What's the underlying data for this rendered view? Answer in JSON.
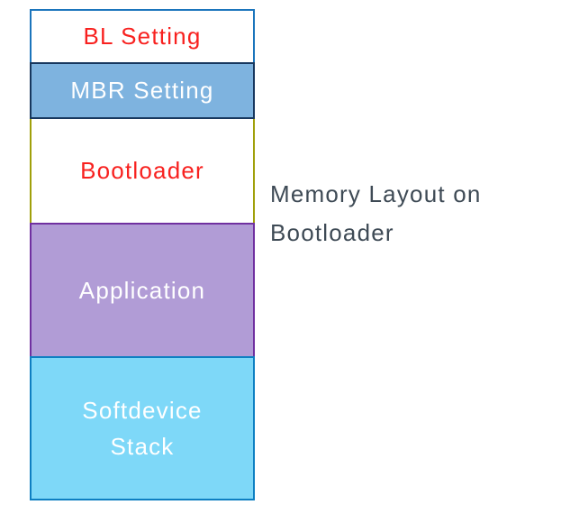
{
  "diagram": {
    "caption": {
      "full_text": "Memory Layout on Bootloader",
      "line1": "Memory Layout on",
      "line2": "Bootloader",
      "color": "#3e4a55"
    },
    "blocks": [
      {
        "name": "bl-setting",
        "label": "BL Setting",
        "lines": [
          "BL Setting"
        ],
        "fill": "#ffffff",
        "border_color": "#1b75bc",
        "text_color": "#f8211f",
        "height": 61
      },
      {
        "name": "mbr-setting",
        "label": "MBR Setting",
        "lines": [
          "MBR Setting"
        ],
        "fill": "#7eb3df",
        "border_color": "#17375e",
        "text_color": "#ffffff",
        "height": 63
      },
      {
        "name": "bootloader",
        "label": "Bootloader",
        "lines": [
          "Bootloader"
        ],
        "fill": "#ffffff",
        "border_color": "#a0a00a",
        "text_color": "#f8211f",
        "height": 119
      },
      {
        "name": "application",
        "label": "Application",
        "lines": [
          "Application"
        ],
        "fill": "#b19cd6",
        "border_color": "#7030a0",
        "text_color": "#ffffff",
        "height": 150
      },
      {
        "name": "softdevice-stack",
        "label": "Softdevice Stack",
        "lines": [
          "Softdevice",
          "Stack"
        ],
        "fill": "#7ed8f8",
        "border_color": "#0e7fc2",
        "text_color": "#ffffff",
        "height": 160
      }
    ]
  }
}
